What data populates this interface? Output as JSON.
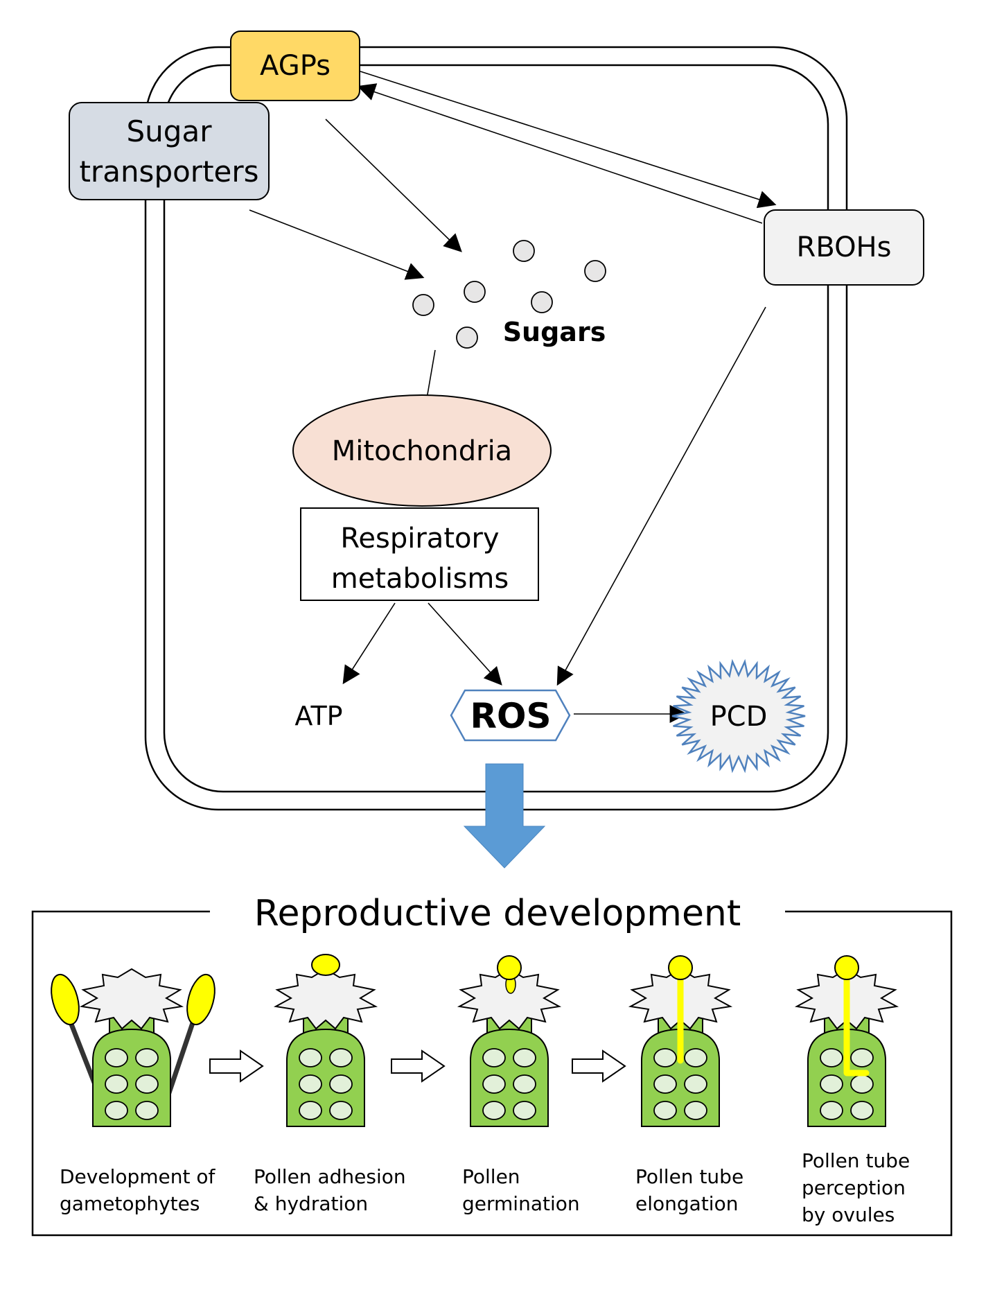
{
  "cell": {
    "agps_label": "AGPs",
    "sugar_transporters_line1": "Sugar",
    "sugar_transporters_line2": "transporters",
    "rbohs_label": "RBOHs",
    "sugars_label": "Sugars",
    "mitochondria_label": "Mitochondria",
    "respiratory_line1": "Respiratory",
    "respiratory_line2": "metabolisms",
    "atp_label": "ATP",
    "ros_label": "ROS",
    "pcd_label": "PCD"
  },
  "reproductive": {
    "title": "Reproductive development",
    "stages": [
      {
        "lines": [
          "Development of",
          "gametophytes"
        ]
      },
      {
        "lines": [
          "Pollen adhesion",
          "& hydration"
        ]
      },
      {
        "lines": [
          "Pollen",
          "germination"
        ]
      },
      {
        "lines": [
          "Pollen tube",
          "elongation"
        ]
      },
      {
        "lines": [
          "Pollen tube",
          "perception",
          "by ovules"
        ]
      }
    ]
  },
  "colors": {
    "agps_fill": "#ffd966",
    "sugar_transporters_fill": "#d6dce4",
    "rbohs_fill": "#f2f2f2",
    "mitochondria_fill": "#f8e0d4",
    "pcd_stroke": "#4f81bd",
    "big_arrow": "#5b9bd5",
    "pistil_green": "#92d050",
    "ovule_fill": "#e2f0d9",
    "pollen_yellow": "#ffff00"
  }
}
